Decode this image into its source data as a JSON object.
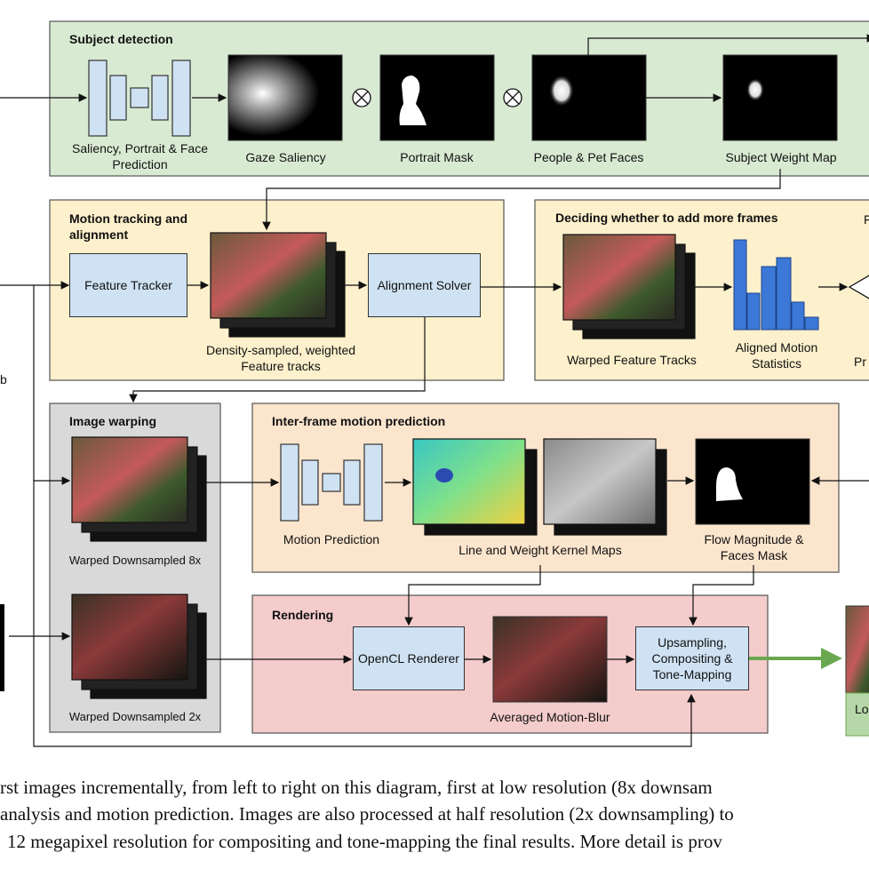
{
  "sections": {
    "subject": "Subject detection",
    "motion": "Motion tracking and alignment",
    "deciding": "Deciding whether to add more frames",
    "warping": "Image warping",
    "interframe": "Inter-frame motion prediction",
    "rendering": "Rendering"
  },
  "labels": {
    "saliency_net": "Saliency, Portrait & Face Prediction",
    "gaze": "Gaze Saliency",
    "portrait": "Portrait Mask",
    "faces": "People & Pet Faces",
    "weightmap": "Subject Weight Map",
    "density": "Density-sampled, weighted Feature tracks",
    "warped_tracks": "Warped Feature Tracks",
    "aligned_stats": "Aligned Motion Statistics",
    "warped8": "Warped Downsampled 8x",
    "warped2": "Warped Downsampled 2x",
    "motion_pred": "Motion Prediction",
    "kernel_maps": "Line and Weight Kernel Maps",
    "flow_mask": "Flow Magnitude & Faces Mask",
    "averaged": "Averaged Motion-Blur"
  },
  "boxes": {
    "feature_tracker": "Feature Tracker",
    "alignment_solver": "Alignment Solver",
    "opencl": "OpenCL Renderer",
    "upsampling": "Upsampling, Compositing & Tone-Mapping"
  },
  "cut_text": {
    "right_top": "F",
    "right_mid": "Pr",
    "left_b": "b",
    "right_bottom": "Lo"
  },
  "caption": [
    "rst images incrementally, from left to right on this diagram, first at low resolution (8x downsam",
    "analysis and motion prediction. Images are also processed at half resolution (2x downsampling) to",
    "12 megapixel resolution for compositing and tone-mapping the final results. More detail is prov"
  ],
  "colors": {
    "subject_bg": "#d9ead3",
    "motion_bg": "#fdf0cc",
    "warping_bg": "#d9d9d9",
    "interframe_bg": "#fce5cd",
    "rendering_bg": "#f4cccc",
    "box_fill": "#cfe2f3",
    "histogram": "#3c78d8",
    "output_arrow": "#6aa84f"
  },
  "icons": [
    "multiply-circle-icon",
    "arrow-icon"
  ]
}
